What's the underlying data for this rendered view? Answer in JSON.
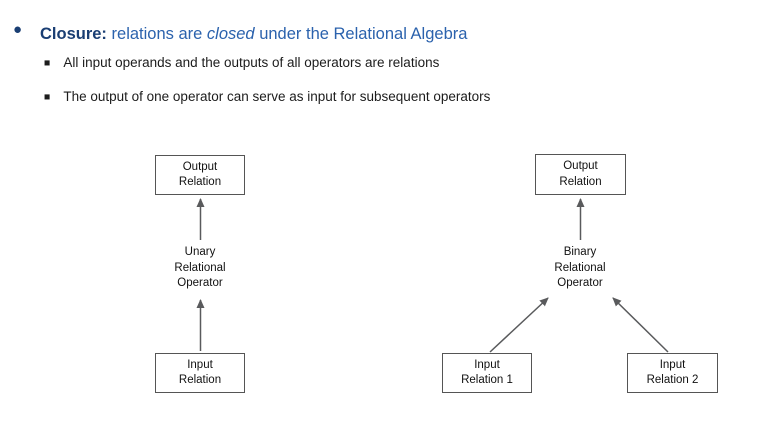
{
  "title": {
    "bullet_glyph": "●",
    "lead": "Closure:",
    "pre_italic": " relations are ",
    "italic": "closed",
    "post_italic": " under the Relational Algebra"
  },
  "bullet_glyph": "■",
  "bullets": [
    "All input operands and the outputs of all operators are relations",
    "The output of one operator can serve as input for subsequent operators"
  ],
  "diagrams": {
    "unary": {
      "output_box": [
        "Output",
        "Relation"
      ],
      "operator": [
        "Unary",
        "Relational",
        "Operator"
      ],
      "input_box": [
        "Input",
        "Relation"
      ]
    },
    "binary": {
      "output_box": [
        "Output",
        "Relation"
      ],
      "operator": [
        "Binary",
        "Relational",
        "Operator"
      ],
      "input_box_1": [
        "Input",
        "Relation 1"
      ],
      "input_box_2": [
        "Input",
        "Relation 2"
      ]
    }
  },
  "colors": {
    "title_dark": "#1A3E73",
    "title_blue": "#2B62AD",
    "body_text": "#1C1C1C",
    "box_border": "#555555",
    "arrow": "#595A5C"
  }
}
